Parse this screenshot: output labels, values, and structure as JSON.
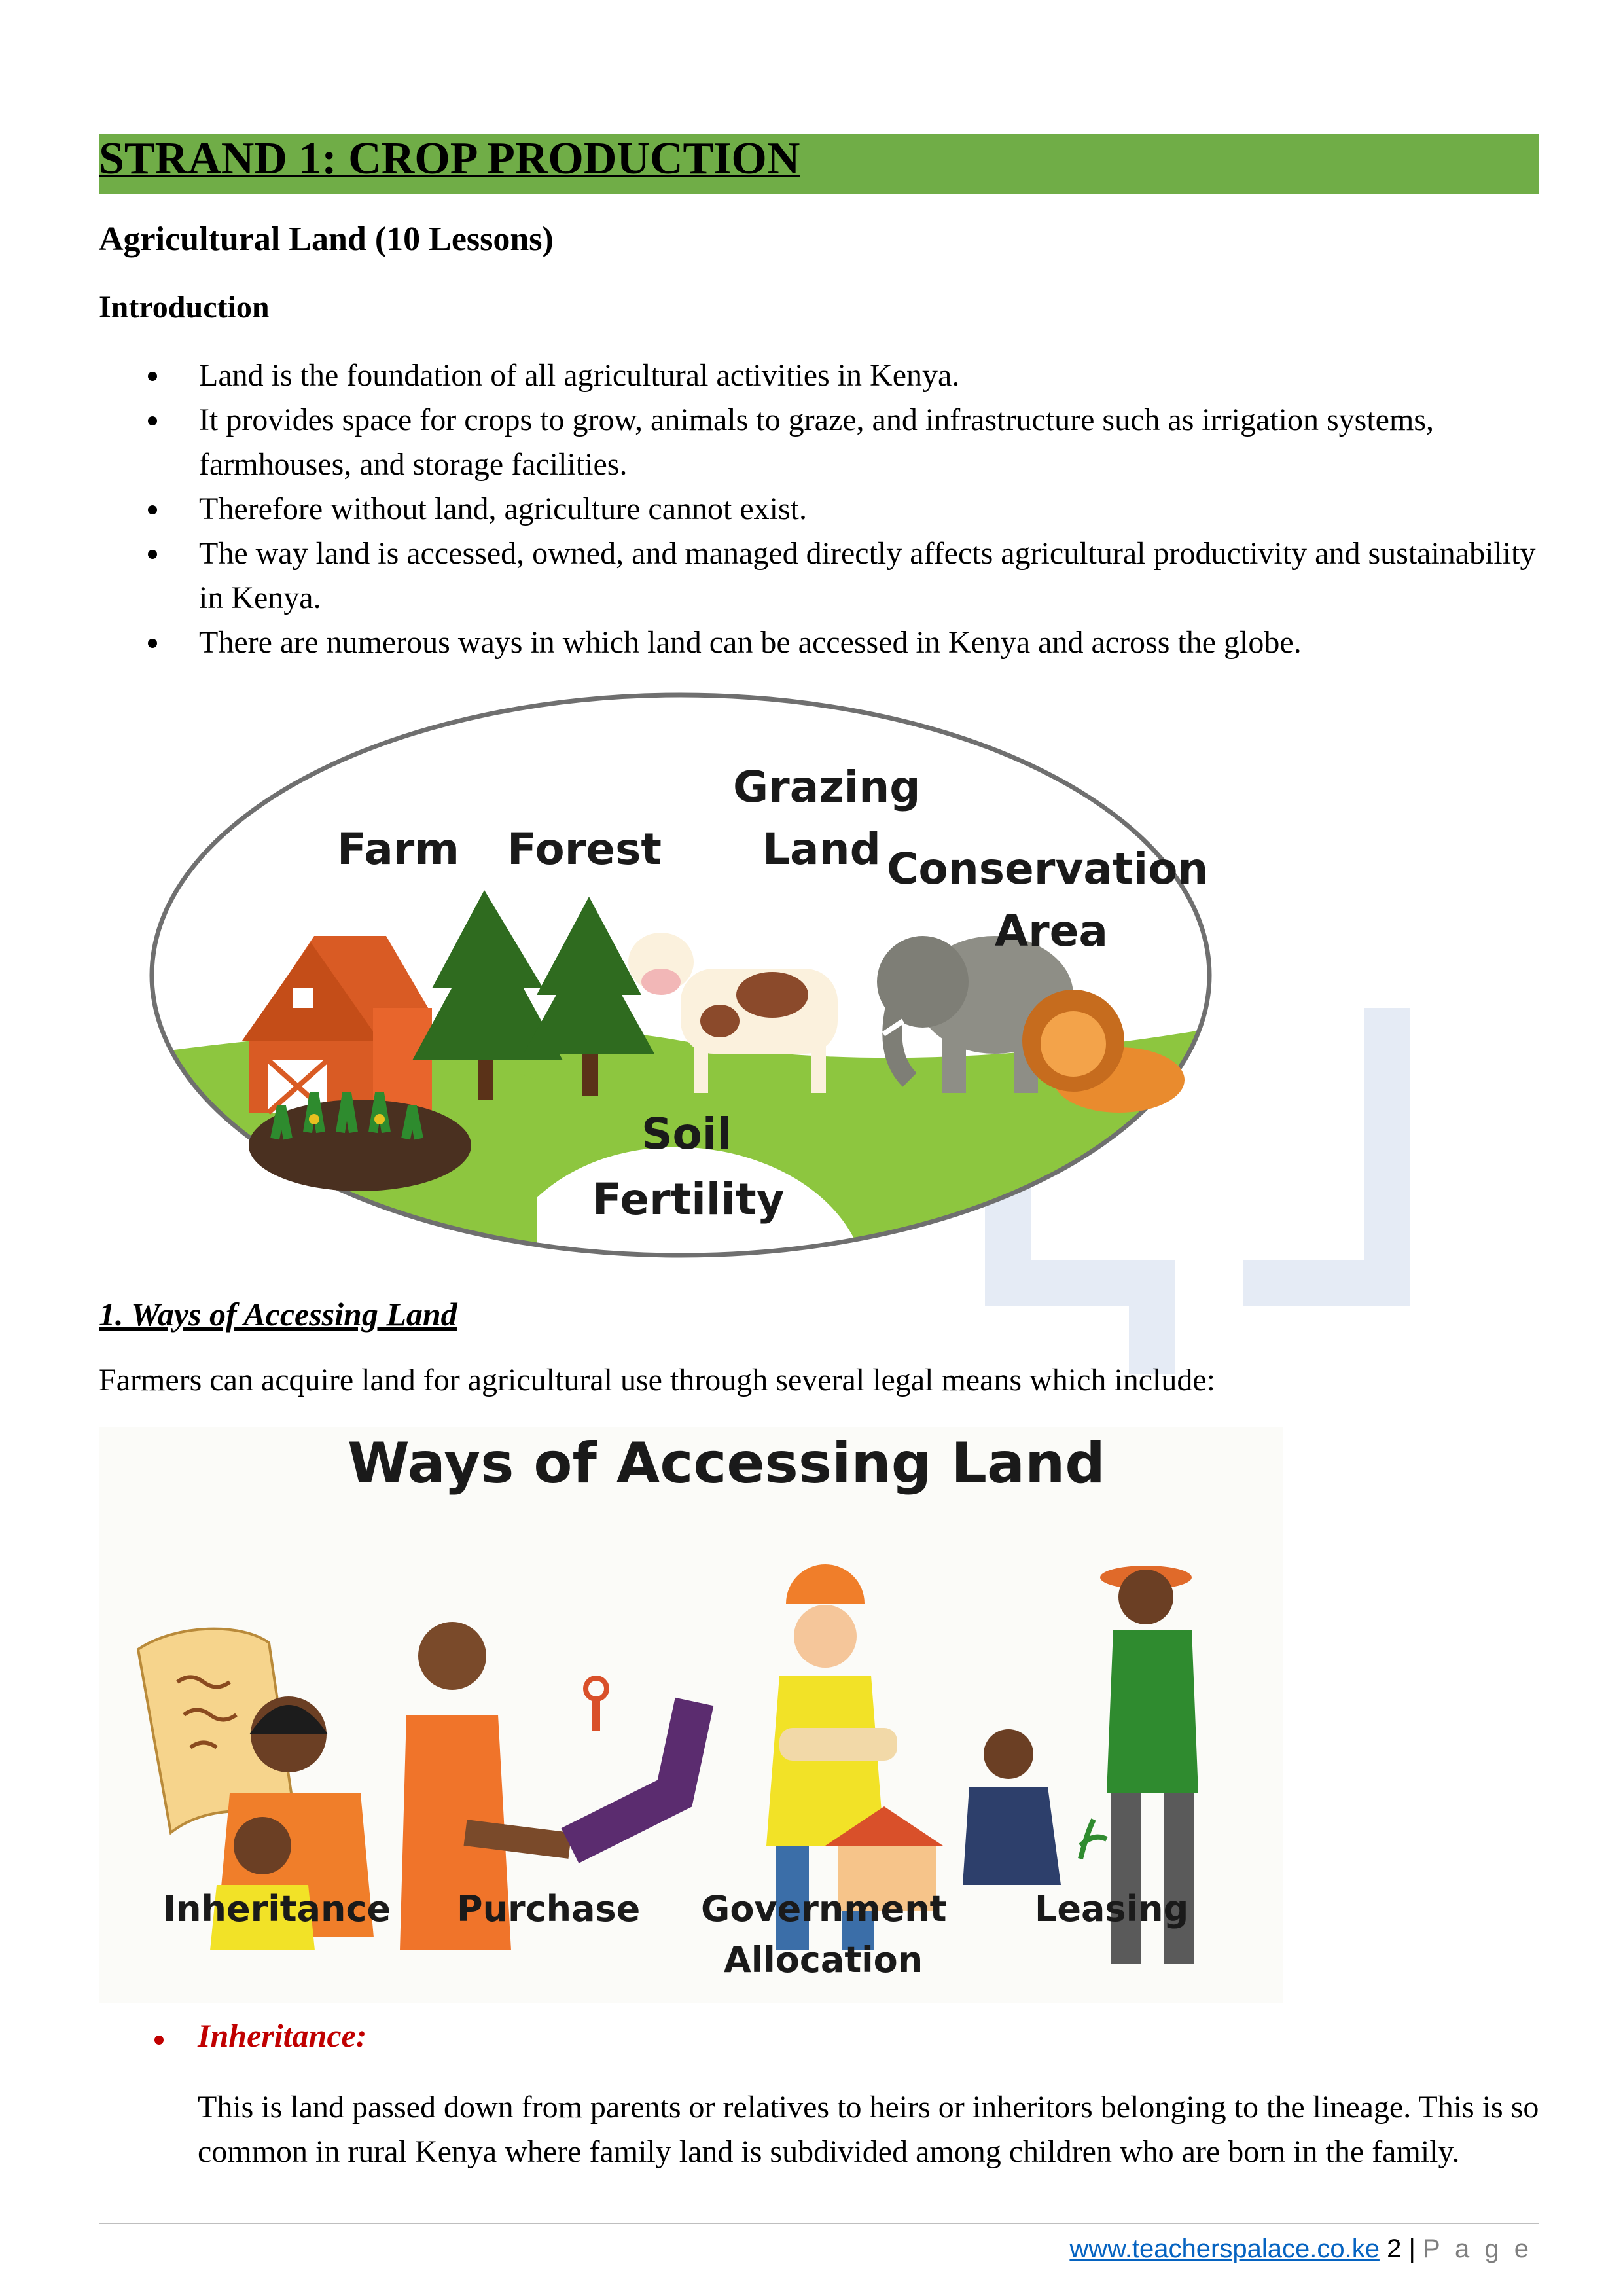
{
  "banner": {
    "title": "STRAND 1: CROP PRODUCTION",
    "color": "#70ad47"
  },
  "heading": "Agricultural Land (10 Lessons)",
  "intro_heading": "Introduction",
  "intro_bullets": [
    "Land is the foundation of all agricultural activities in Kenya.",
    "It provides space for crops to grow, animals to graze, and infrastructure such as irrigation systems, farmhouses, and storage facilities.",
    "Therefore without land, agriculture cannot exist.",
    "The way land is accessed, owned, and managed directly affects agricultural productivity and sustainability in Kenya.",
    "There are numerous ways in which land can be accessed in Kenya and across the globe."
  ],
  "land_use_diagram": {
    "farm": "Farm",
    "forest": "Forest",
    "grazing_1": "Grazing",
    "grazing_2": "Land",
    "conservation_1": "Conservation",
    "conservation_2": "Area",
    "soil_1": "Soil",
    "soil_2": "Fertility"
  },
  "section1": {
    "title": "1. Ways of Accessing Land",
    "intro": "Farmers can acquire land for agricultural use through several legal means which include:"
  },
  "access_diagram": {
    "title": "Ways of Accessing Land",
    "inheritance": "Inheritance",
    "purchase": "Purchase",
    "government_1": "Government",
    "government_2": "Allocation",
    "leasing": "Leasing"
  },
  "inheritance": {
    "heading": "Inheritance:",
    "body": "This is land passed down from parents or relatives to heirs or inheritors belonging to the lineage. This is so common in rural Kenya where family land is subdivided among children who are born in the family.",
    "color": "#c00000"
  },
  "footer": {
    "link": "www.teacherspalace.co.ke",
    "page": "2",
    "sep": "|",
    "page_word": "P a g e"
  }
}
